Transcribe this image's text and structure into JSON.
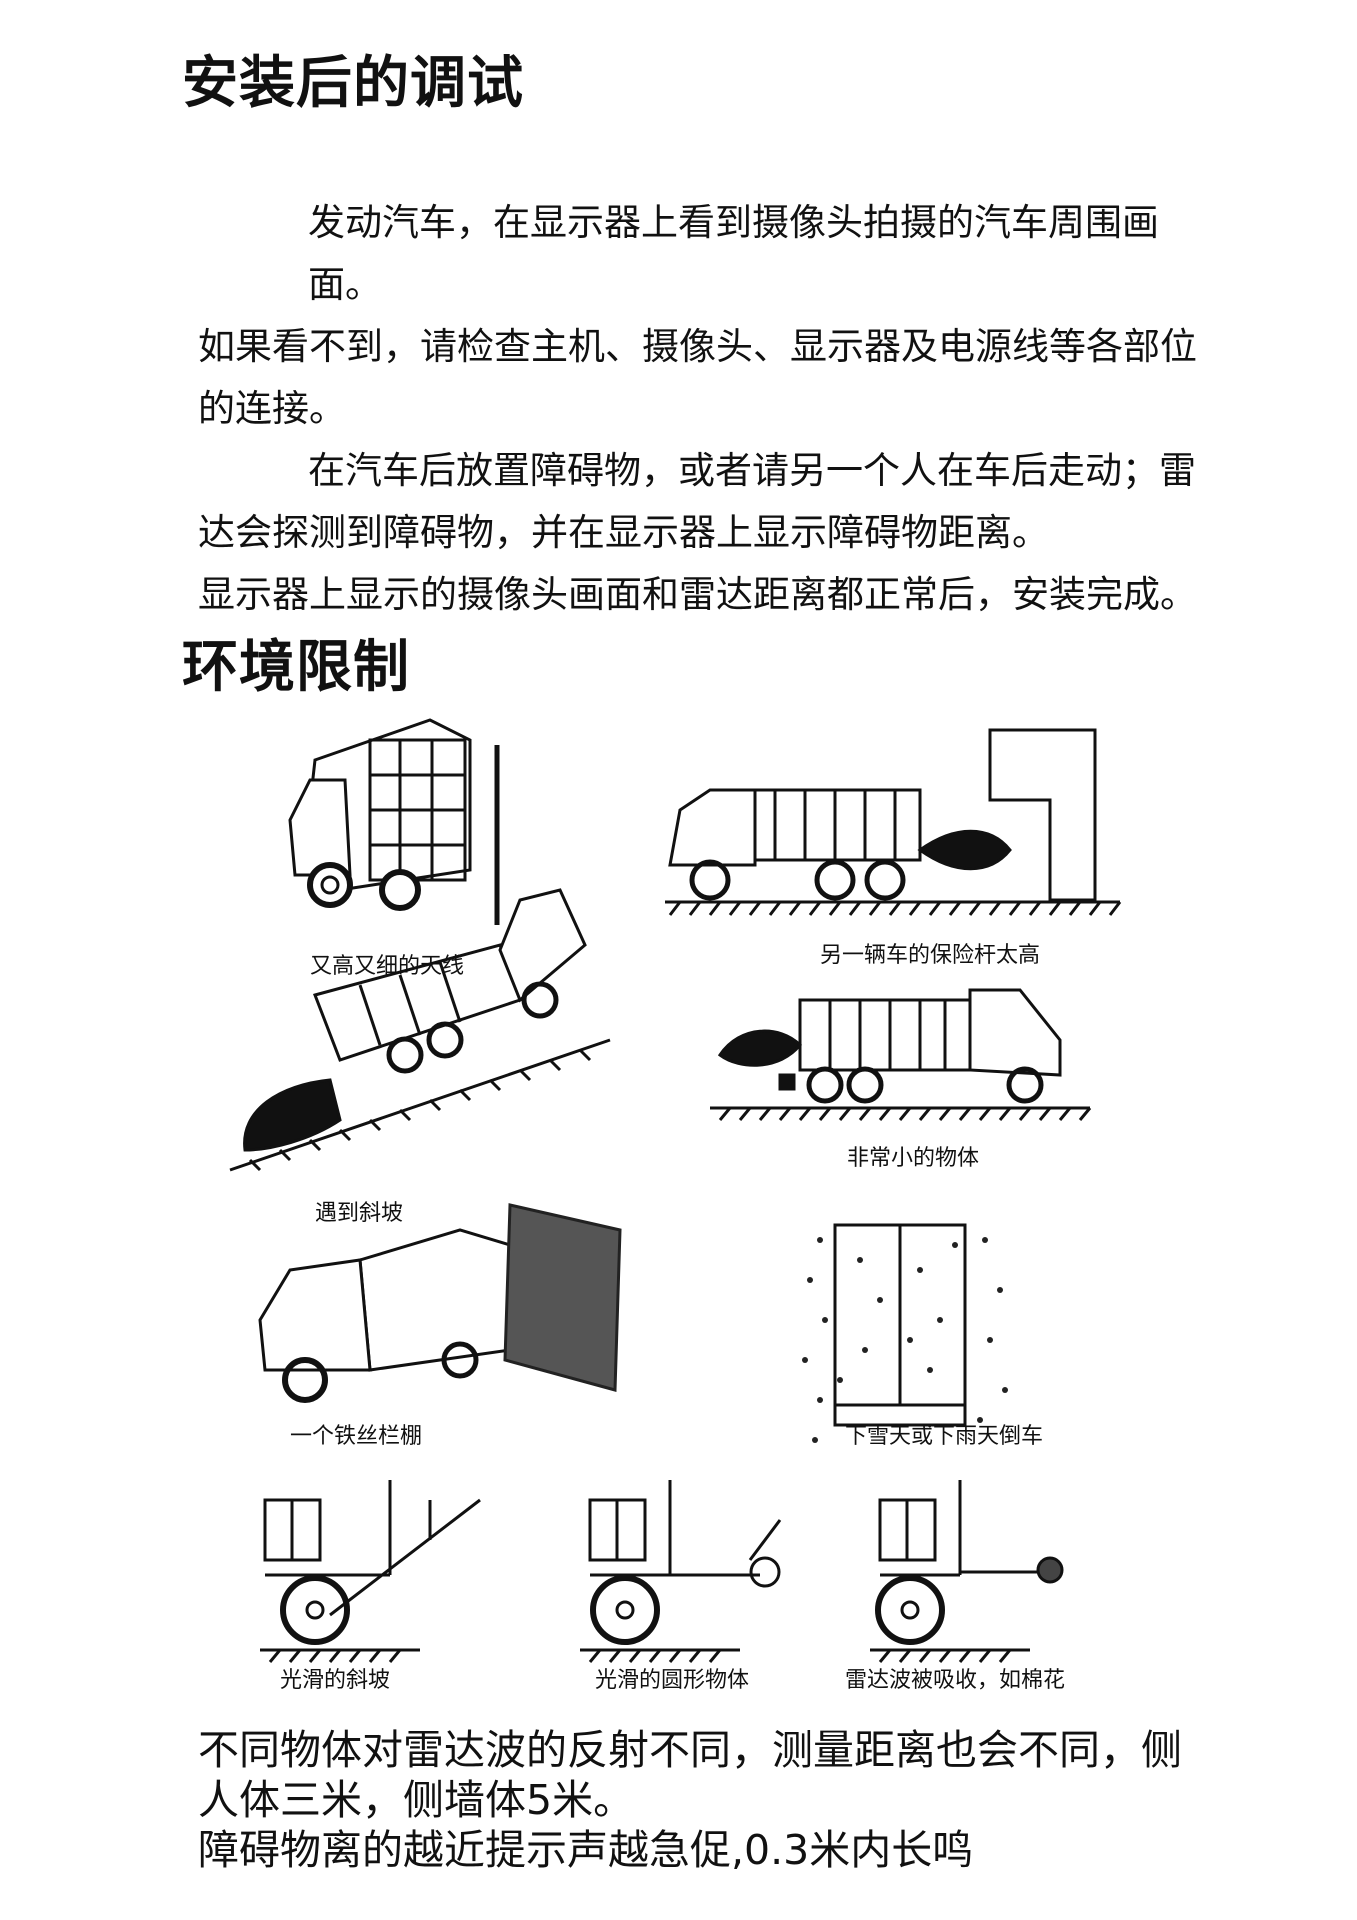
{
  "section1": {
    "title": "安装后的调试",
    "paragraphs": [
      "发动汽车，在显示器上看到摄像头拍摄的汽车周围画面。",
      "如果看不到，请检查主机、摄像头、显示器及电源线等各部位",
      "的连接。",
      "在汽车后放置障碍物，或者请另一个人在车后走动；雷",
      "达会探测到障碍物，并在显示器上显示障碍物距离。",
      "显示器上显示的摄像头画面和雷达距离都正常后，安装完成。"
    ]
  },
  "section2": {
    "title": "环境限制",
    "captions": [
      "又高又细的天线",
      "另一辆车的保险杆太高",
      "遇到斜坡",
      "非常小的物体",
      "一个铁丝栏棚",
      "下雪天或下雨天倒车",
      "光滑的斜坡",
      "光滑的圆形物体",
      "雷达波被吸收，如棉花"
    ]
  },
  "notes": [
    "不同物体对雷达波的反射不同，测量距离也会不同，侧",
    "人体三米，侧墙体5米。",
    "障碍物离的越近提示声越急促,0.3米内长鸣"
  ]
}
